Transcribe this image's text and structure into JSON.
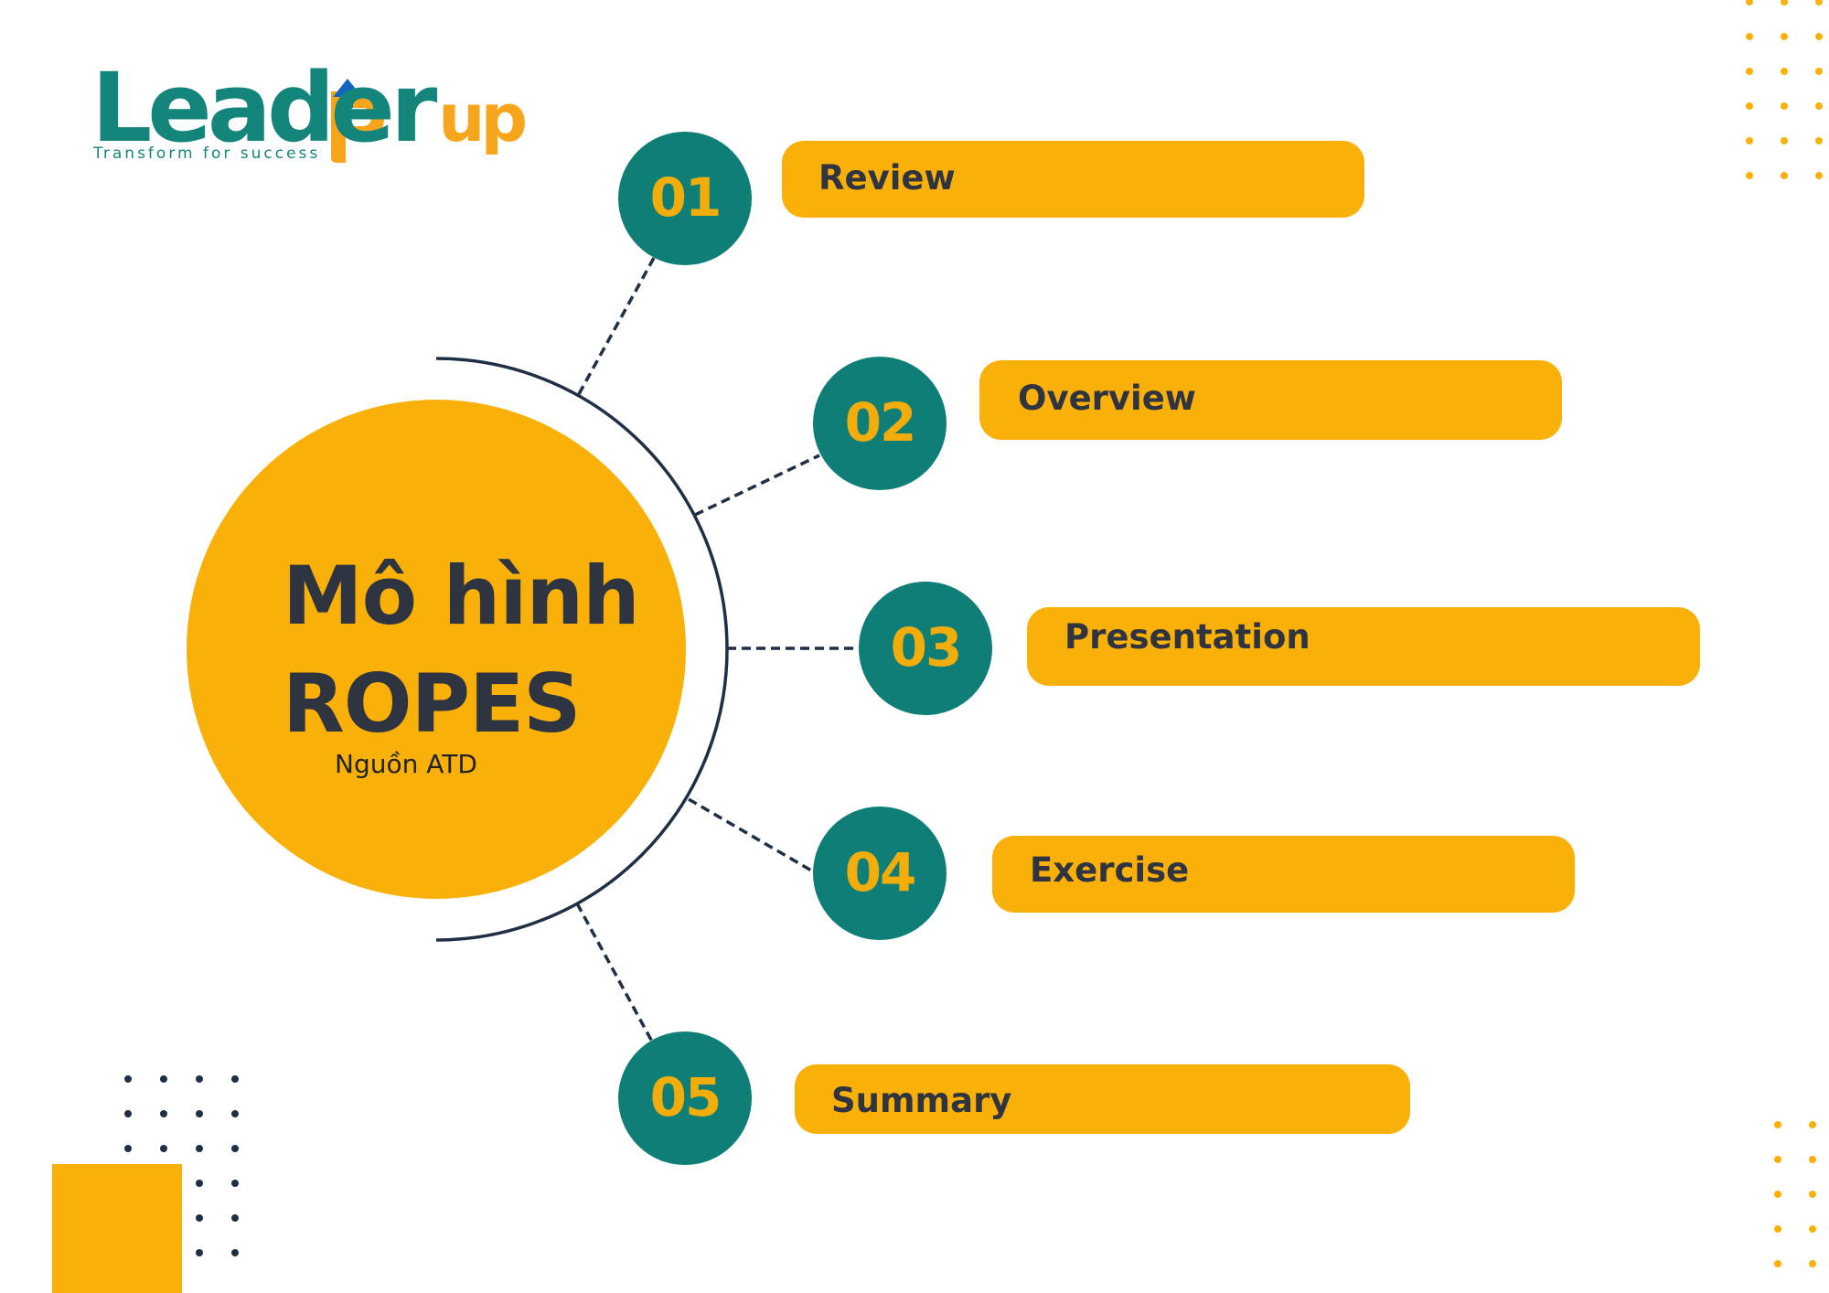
{
  "logo": {
    "name_left": "Leader",
    "name_right": "up",
    "tagline": "Transform for success"
  },
  "center": {
    "title_line1": "Mô hình",
    "title_line2": "ROPES",
    "source": "Nguồn ATD"
  },
  "items": [
    {
      "number": "01",
      "label": "Review"
    },
    {
      "number": "02",
      "label": "Overview"
    },
    {
      "number": "03",
      "label": "Presentation"
    },
    {
      "number": "04",
      "label": "Exercise"
    },
    {
      "number": "05",
      "label": "Summary"
    }
  ],
  "colors": {
    "teal": "#0e7e76",
    "amber": "#f9b10a",
    "navy": "#1f2f45",
    "text": "#2f3440"
  }
}
